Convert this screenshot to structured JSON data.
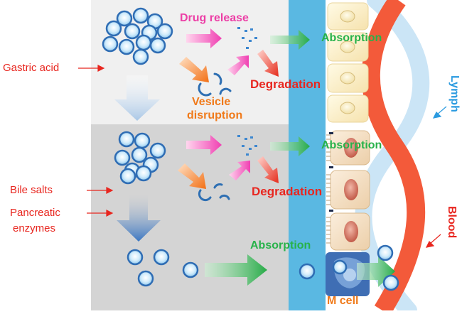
{
  "labels": {
    "gastric_acid": "Gastric acid",
    "bile_salts": "Bile salts",
    "pancreatic_enzymes_1": "Pancreatic",
    "pancreatic_enzymes_2": "enzymes",
    "drug_release": "Drug release",
    "absorption_1": "Absorption",
    "absorption_2": "Absorption",
    "absorption_3": "Absorption",
    "degradation_1": "Degradation",
    "degradation_2": "Degradation",
    "vesicle_disruption_1": "Vesicle",
    "vesicle_disruption_2": "disruption",
    "lymph": "Lymph",
    "blood": "Blood",
    "m_cell": "M cell"
  },
  "colors": {
    "stomach_bg": "#efefef",
    "intestine_bg": "#d3d3d3",
    "mucus_layer": "#5ab8e2",
    "epithelial_cell": "#fbeecb",
    "epithelial_cell_intestine": "#f3dcc8",
    "nucleus_stomach": "#fbf1d2",
    "nucleus_intestine": "#d7796a",
    "m_cell": "#3f6eb4",
    "lymph_vessel": "#cde6f6",
    "blood_vessel": "#f35a3a",
    "vesicle": "#3b8fd6",
    "arrow_pink": "#f25ab8",
    "arrow_orange": "#f27f1f",
    "arrow_red": "#e8261f",
    "arrow_green": "#2fae4c",
    "arrow_down": "#3a7cc6",
    "label_red": "#e8261f",
    "label_green": "#27b24a",
    "label_blue": "#2b9be0"
  }
}
